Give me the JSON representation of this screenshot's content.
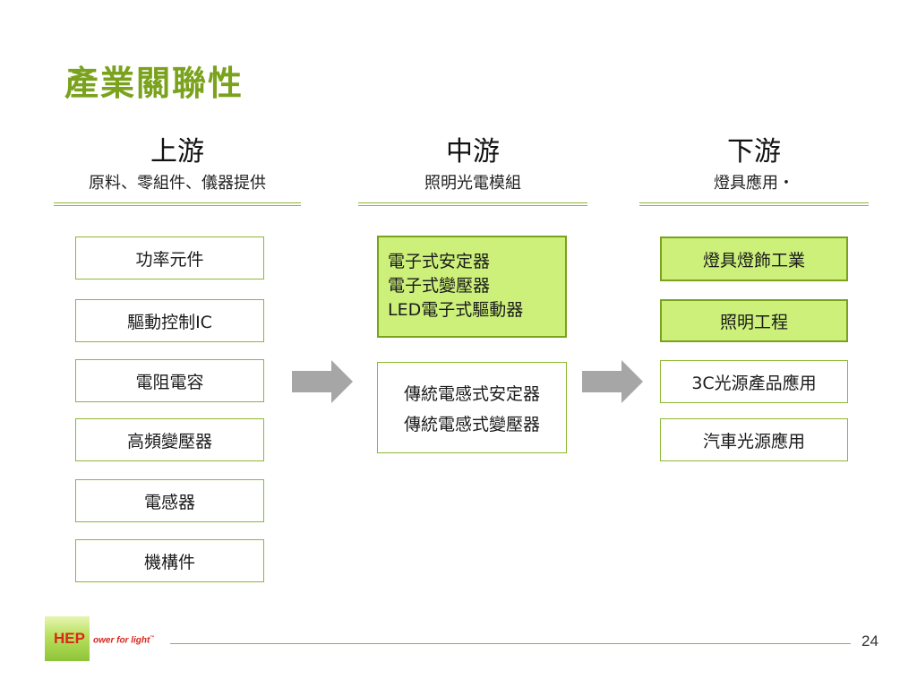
{
  "title": "產業關聯性",
  "columns": [
    {
      "heading": "上游",
      "subheading": "原料、零組件、儀器提供"
    },
    {
      "heading": "中游",
      "subheading": "照明光電模組"
    },
    {
      "heading": "下游",
      "subheading": "燈具應用・"
    }
  ],
  "upstream_items": [
    "功率元件",
    "驅動控制IC",
    "電阻電容",
    "高頻變壓器",
    "電感器",
    "機構件"
  ],
  "midstream": {
    "highlight_lines": [
      "電子式安定器",
      "電子式變壓器",
      "LED電子式驅動器"
    ],
    "plain_lines": [
      "傳統電感式安定器",
      "傳統電感式變壓器"
    ]
  },
  "downstream_items": [
    "燈具燈飾工業",
    "照明工程",
    "3C光源產品應用",
    "汽車光源應用"
  ],
  "colors": {
    "accent": "#7aa21c",
    "highlight_fill": "#ccf07a",
    "border": "#8cb832",
    "arrow": "#a6a6a6",
    "brand_red": "#d9261c"
  },
  "footer": {
    "brand": "HEP",
    "tagline": "ower for light",
    "page": "24"
  }
}
